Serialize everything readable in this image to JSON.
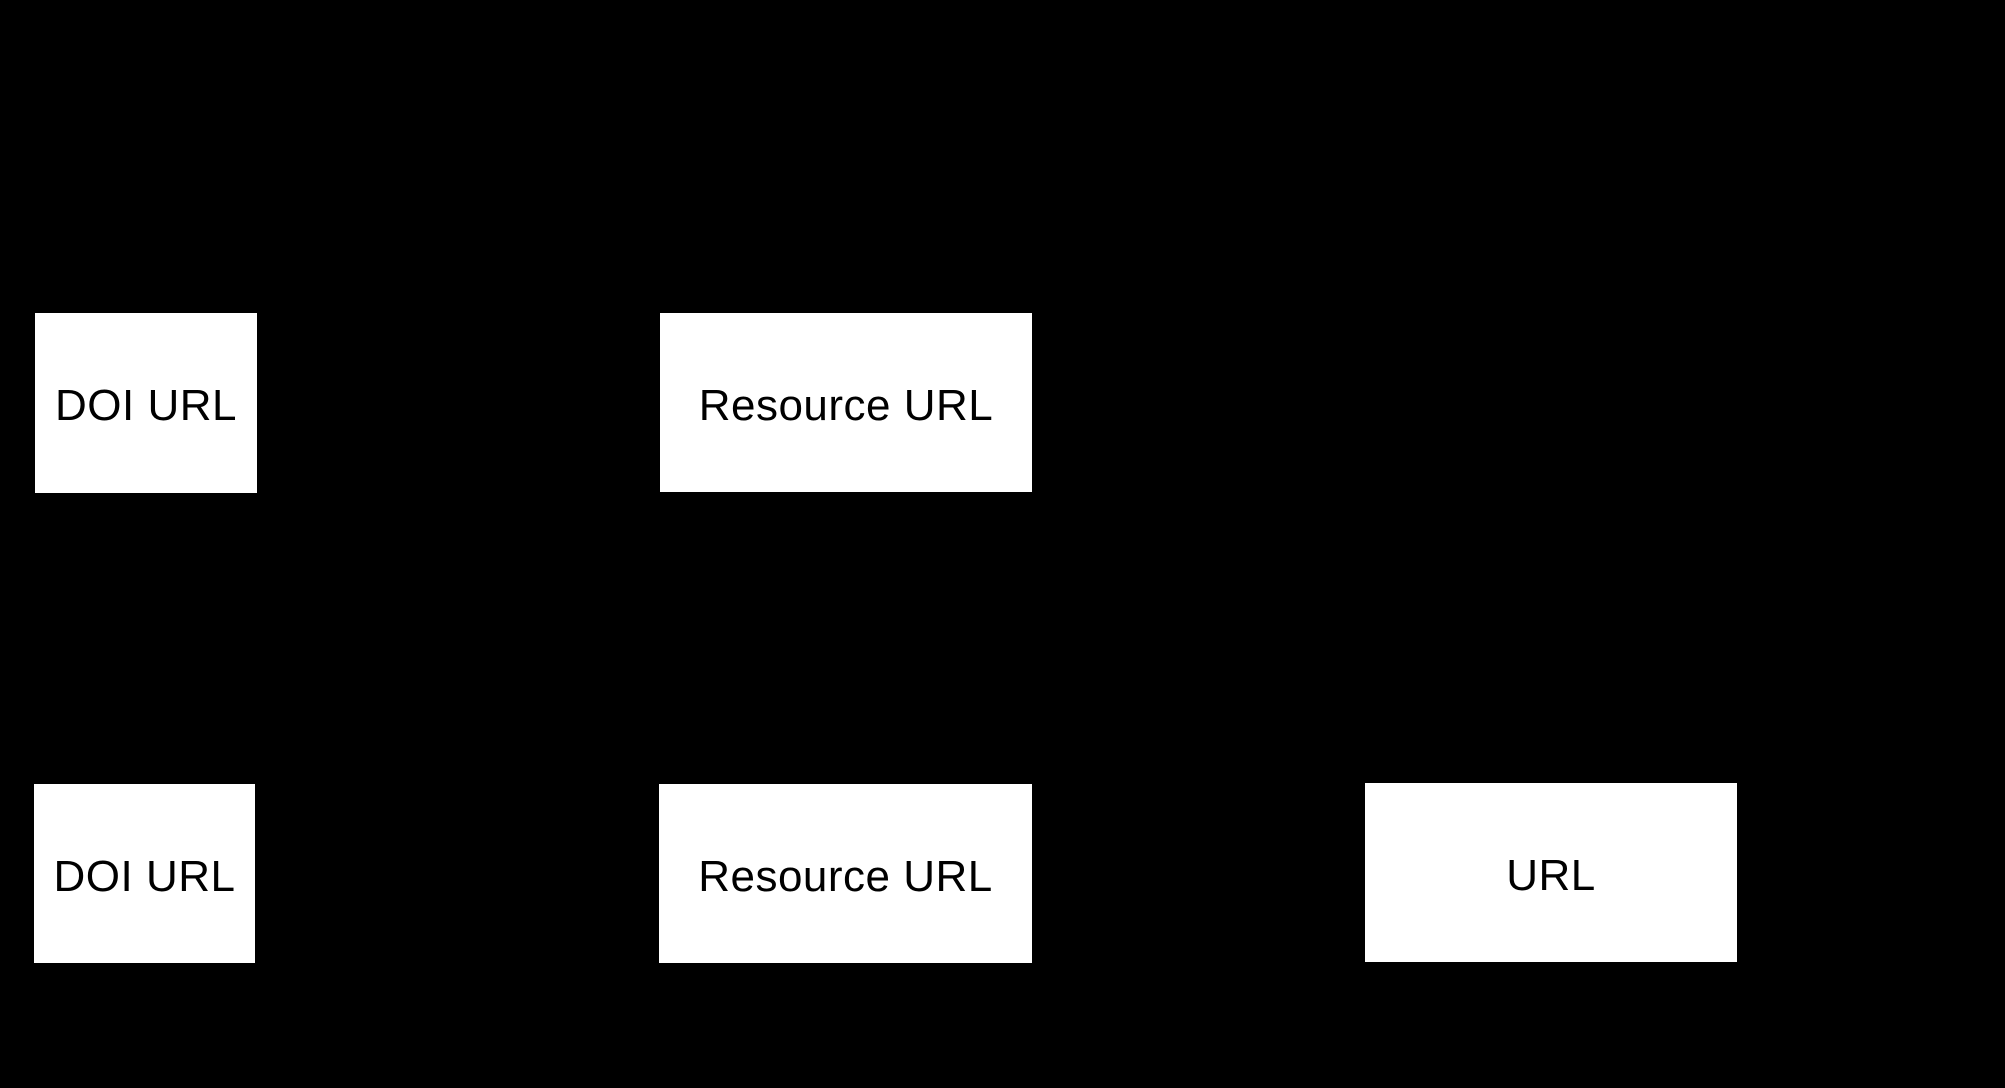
{
  "diagram": {
    "description_colors": {
      "background": "#000000",
      "node_fill": "#ffffff",
      "node_text": "#000000"
    },
    "rows": [
      {
        "row": "top",
        "node_ids": [
          "doi-url-top",
          "resource-url-top"
        ]
      },
      {
        "row": "bottom",
        "node_ids": [
          "doi-url-bottom",
          "resource-url-bottom",
          "url-bottom"
        ]
      }
    ],
    "nodes": [
      {
        "id": "doi-url-top",
        "label": "DOI URL"
      },
      {
        "id": "resource-url-top",
        "label": "Resource URL"
      },
      {
        "id": "doi-url-bottom",
        "label": "DOI URL"
      },
      {
        "id": "resource-url-bottom",
        "label": "Resource URL"
      },
      {
        "id": "url-bottom",
        "label": "URL"
      }
    ]
  }
}
